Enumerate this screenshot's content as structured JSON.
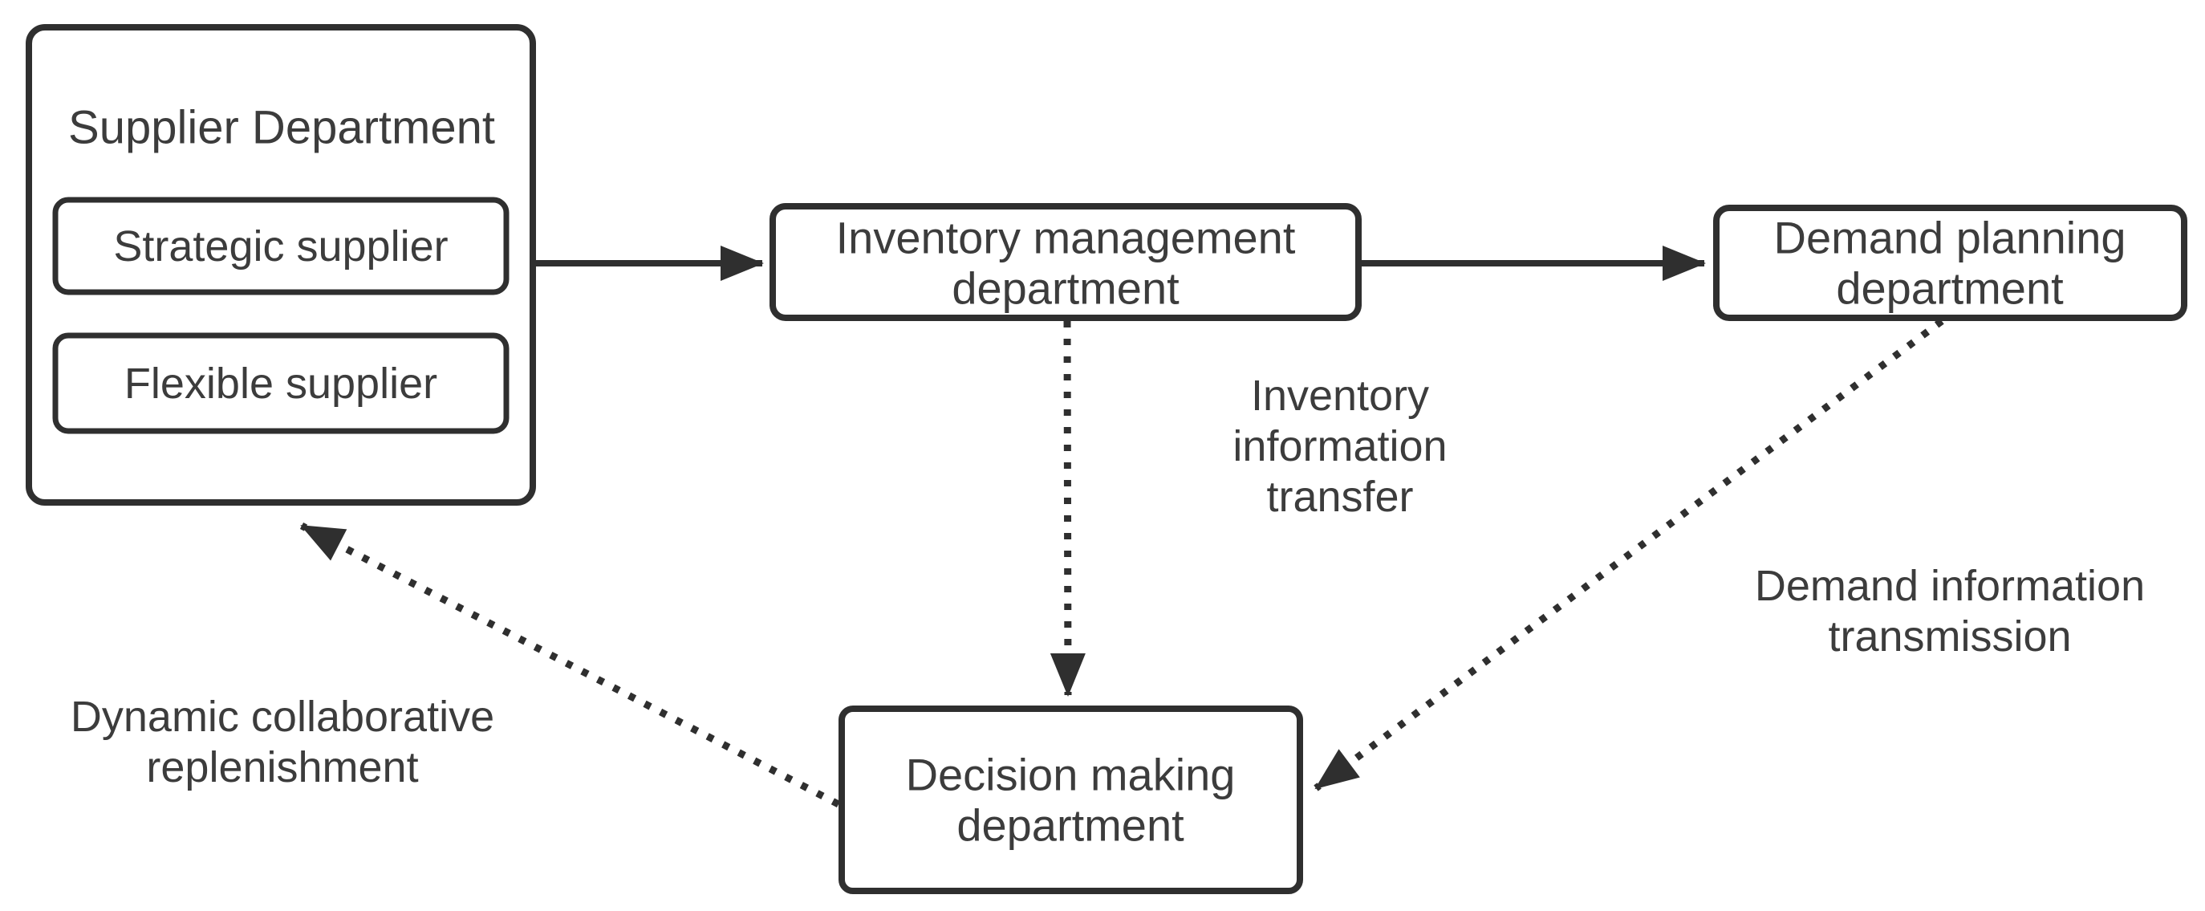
{
  "diagram": {
    "colors": {
      "background": "#ffffff",
      "stroke": "#2f2f2f",
      "text": "#3c3c3c"
    },
    "nodes": {
      "supplier": {
        "label": "Supplier Department"
      },
      "strategic": {
        "label": "Strategic supplier"
      },
      "flexible": {
        "label": "Flexible supplier"
      },
      "inventory": {
        "line1": "Inventory management",
        "line2": "department"
      },
      "demand": {
        "line1": "Demand planning",
        "line2": "department"
      },
      "decision": {
        "line1": "Decision making",
        "line2": "department"
      }
    },
    "edge_labels": {
      "inventory_transfer": {
        "line1": "Inventory",
        "line2": "information",
        "line3": "transfer"
      },
      "demand_transmission": {
        "line1": "Demand information",
        "line2": "transmission"
      },
      "replenishment": {
        "line1": "Dynamic collaborative",
        "line2": "replenishment"
      }
    },
    "edges": [
      {
        "from": "Supplier Department",
        "to": "Inventory management department",
        "style": "solid",
        "label": ""
      },
      {
        "from": "Inventory management department",
        "to": "Demand planning department",
        "style": "solid",
        "label": ""
      },
      {
        "from": "Inventory management department",
        "to": "Decision making department",
        "style": "dotted",
        "label": "Inventory information transfer"
      },
      {
        "from": "Demand planning department",
        "to": "Decision making department",
        "style": "dotted",
        "label": "Demand information transmission"
      },
      {
        "from": "Decision making department",
        "to": "Supplier Department",
        "style": "dotted",
        "label": "Dynamic collaborative replenishment"
      }
    ]
  }
}
